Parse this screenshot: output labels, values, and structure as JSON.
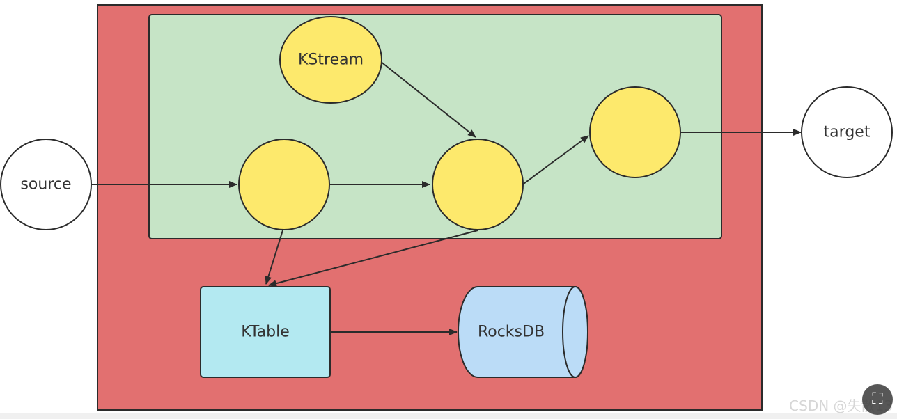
{
  "nodes": {
    "source": "source",
    "target": "target",
    "kstream": "KStream",
    "ktable": "KTable",
    "rocksdb": "RocksDB"
  },
  "colors": {
    "outer_container": "#e27070",
    "inner_container": "#c6e4c6",
    "processor": "#fde96c",
    "ktable": "#b3e9f1",
    "rocksdb": "#bbdcf7",
    "stroke": "#2b2b2b"
  },
  "watermark": {
    "text": "CSDN @失散13"
  }
}
